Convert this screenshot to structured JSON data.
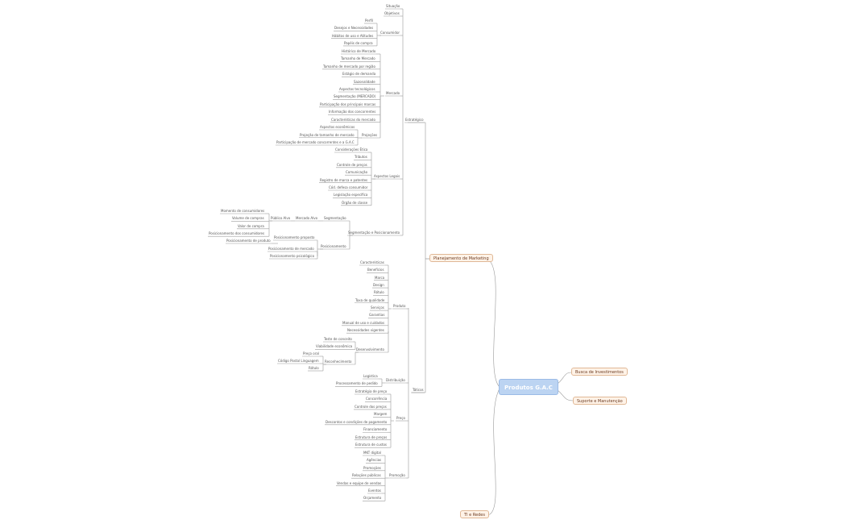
{
  "root": "Produtos G.A.C",
  "topics": {
    "planejamento": "Planejamento de Marketing",
    "investimentos": "Busca de Investimentos",
    "suporte": "Suporte e Manutenção",
    "ti": "TI e Redes"
  },
  "branches": {
    "estrategico": "Estratégico",
    "taticos": "Táticos",
    "situacao": "Situação",
    "objetivos": "Objetivos",
    "consumidor": "Consumidor",
    "mercado": "Mercado",
    "projecoes": "Projeções",
    "aspectos_legais": "Aspectos Legais",
    "seg_posicionamento": "Segmentação e Posicionamento",
    "segmentacao": "Segmentação",
    "mercado_alvo": "Mercado Alvo",
    "publico_alvo": "Público Alvo",
    "posicionamento": "Posicionamento",
    "produto": "Produto",
    "desenvolvimento": "Desenvolvimento",
    "reconhecimento": "Reconhecimento",
    "distribuicao": "Distribuição",
    "preco": "Preço",
    "promocao": "Promoção"
  },
  "leaves": {
    "consumidor": [
      "Perfil",
      "Desejos e Necessidades",
      "Hábitos de uso e Atitudes",
      "Papéis de compra"
    ],
    "mercado": [
      "Histórico de Mercado",
      "Tamanho de Mercado",
      "Tamanho de mercado por região",
      "Estágio de demanda",
      "Sazonalidade",
      "Aspectos tecnológicos",
      "Segmentação (MERCADO)",
      "Participação dos principais marcas",
      "Informação dos concorrentes",
      "Características do mercado"
    ],
    "projecoes": [
      "Aspectos econômicos",
      "Projeção de tamanho de mercado",
      "Participação de mercado concorrentes e a G.A.C"
    ],
    "aspectos_legais": [
      "Considerações Ética",
      "Tributos",
      "Controle de preços",
      "Comunicação",
      "Registro de marca e patentes",
      "Cód. defesa consumidor",
      "Legislação específica",
      "Órgão de classe"
    ],
    "publico_alvo": [
      "Momento de consumidores",
      "Volume de compras",
      "Valor de compra",
      "Posicionamento dos consumidores"
    ],
    "posicionamento_prop": "Posicionamento proposto",
    "posicionamento_prop_items": [
      "Posicionamento de produto"
    ],
    "posicionamento": [
      "Posicionamento de mercado",
      "Posicionamento psicológico"
    ],
    "produto": [
      "Características",
      "Benefícios",
      "Marca",
      "Design",
      "Rótulo",
      "Taxa de qualidade",
      "Serviços",
      "Garantias",
      "Manual de uso e cuidados",
      "Necessidades vigentes"
    ],
    "desenvolvimento": [
      "Teste de conceito",
      "Viabilidade econômica"
    ],
    "reconhecimento": [
      "Preço oral",
      "Código Postal Linguagem",
      "Rótulo"
    ],
    "distribuicao": [
      "Logística",
      "Processamento de pedido"
    ],
    "preco": [
      "Estratégia de preço",
      "Concorrência",
      "Controle dos preços",
      "Margem",
      "Descontos e condições de pagamento",
      "Financiamento",
      "Estrutura de preços",
      "Estrutura de custos"
    ],
    "promocao": [
      "MKT digital",
      "Agências",
      "Promoções",
      "Relações públicas",
      "Vendas e equipe de vendas",
      "Eventos",
      "Orçamento"
    ]
  },
  "colors": {
    "root_fill": "#bcd4f2",
    "topic_fill": "#fff3e8",
    "topic_border": "#e0b896",
    "line": "#9a9a9a"
  }
}
